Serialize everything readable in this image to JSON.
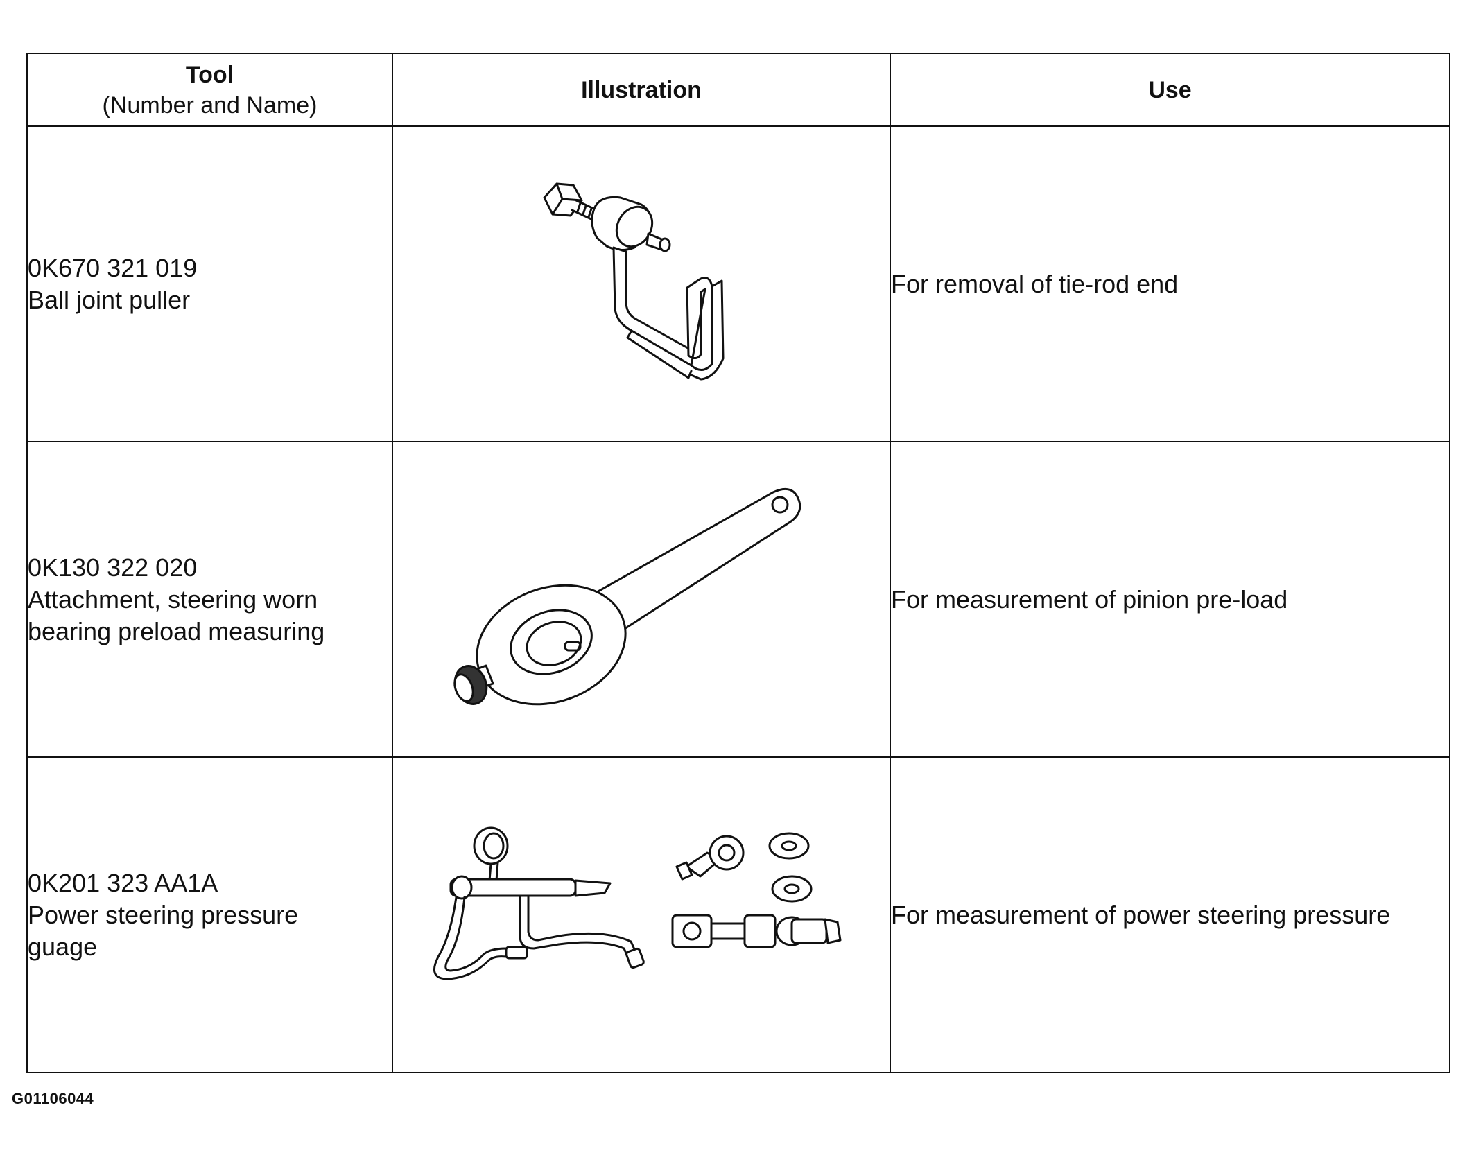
{
  "table": {
    "headers": {
      "tool_title": "Tool",
      "tool_sub": "(Number and Name)",
      "illustration": "Illustration",
      "use": "Use"
    },
    "rows": [
      {
        "number": "0K670 321 019",
        "name": "Ball joint puller",
        "illustration_icon": "ball-joint-puller-icon",
        "use": "For removal of tie-rod end"
      },
      {
        "number": "0K130 322 020",
        "name": "Attachment, steering worn\nbearing preload measuring",
        "illustration_icon": "preload-attachment-wrench-icon",
        "use": "For measurement of pinion pre-load"
      },
      {
        "number": "0K201 323 AA1A",
        "name": "Power steering pressure\nguage",
        "illustration_icon": "pressure-gauge-kit-icon",
        "use": "For measurement of power steering pressure"
      }
    ]
  },
  "figure_id": "G01106044"
}
